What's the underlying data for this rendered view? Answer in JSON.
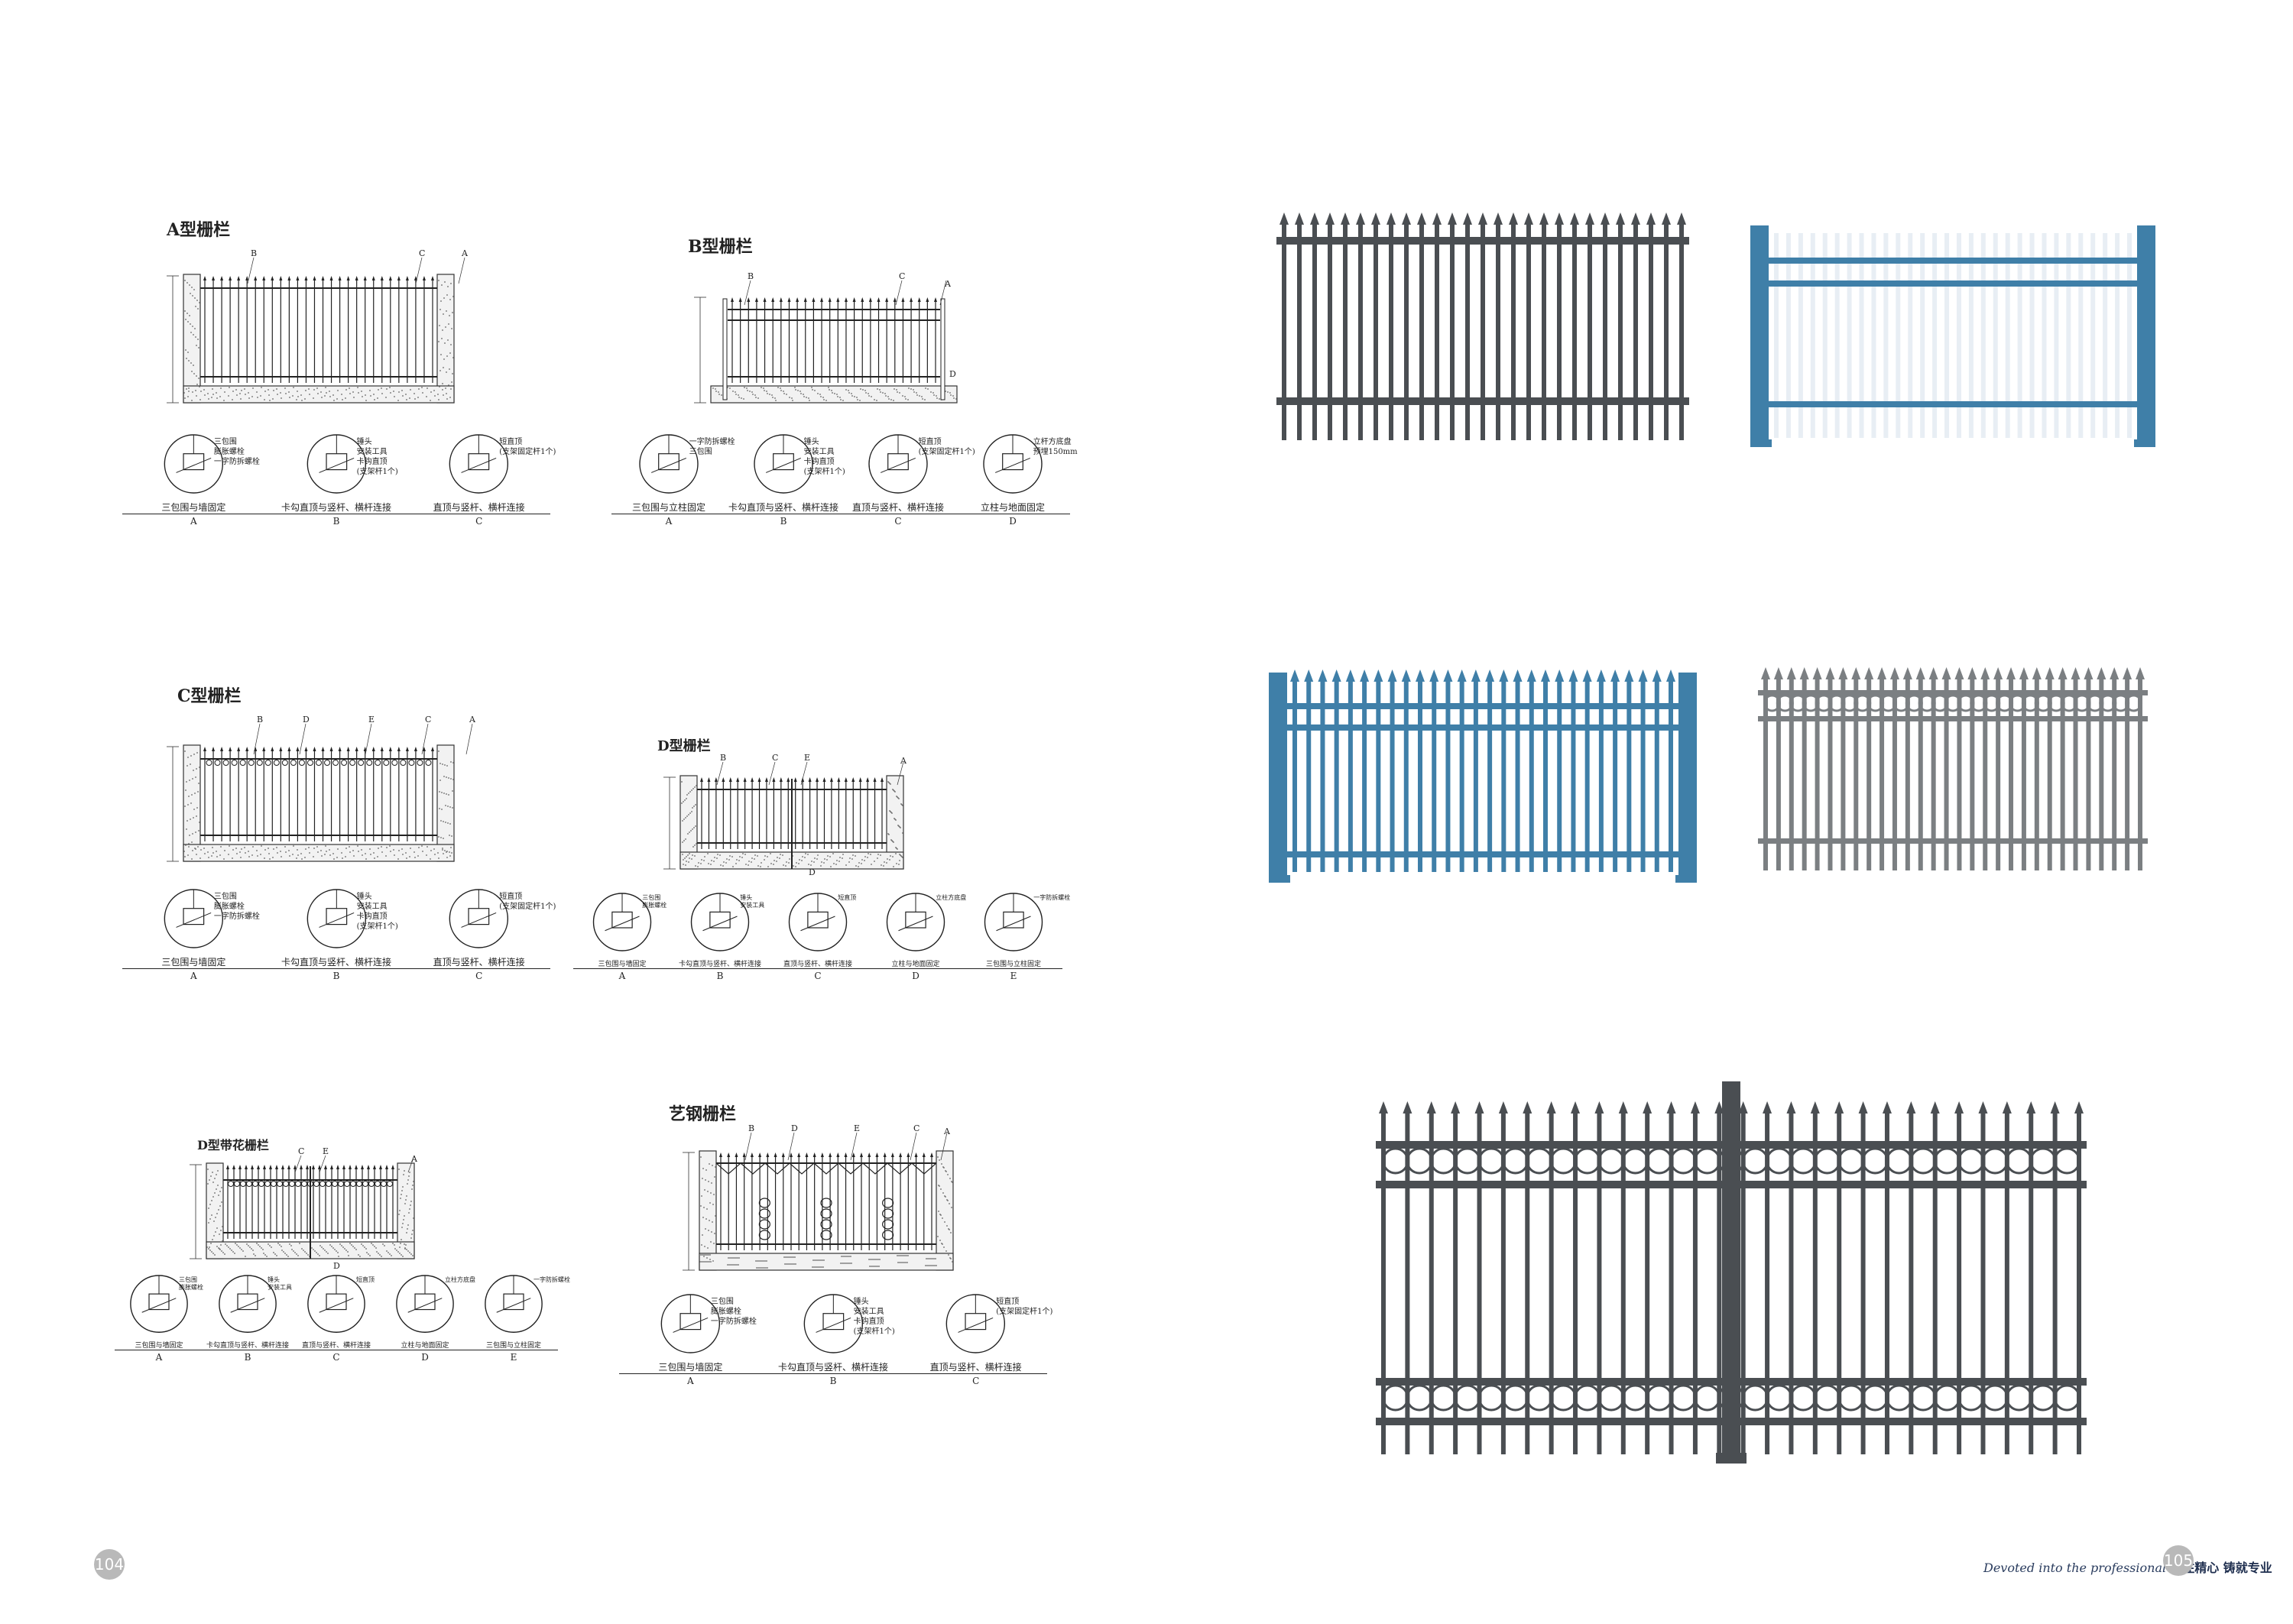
{
  "left_page": {
    "page_number": "104",
    "sections": [
      {
        "id": "A",
        "title": "A型栅栏",
        "callouts": [
          "B",
          "C",
          "A"
        ],
        "details": [
          {
            "letter": "A",
            "caption": "三包围与墙固定",
            "notes": [
              "三包围",
              "膨胀螺栓",
              "一字防拆螺栓"
            ]
          },
          {
            "letter": "B",
            "caption": "卡勾直顶与竖杆、横杆连接",
            "notes": [
              "锤头",
              "安装工具",
              "卡钩直顶",
              "(支架杆1个)"
            ]
          },
          {
            "letter": "C",
            "caption": "直顶与竖杆、横杆连接",
            "notes": [
              "短直顶",
              "(支架固定杆1个)"
            ]
          }
        ]
      },
      {
        "id": "B",
        "title": "B型栅栏",
        "callouts": [
          "B",
          "C",
          "A",
          "D"
        ],
        "details": [
          {
            "letter": "A",
            "caption": "三包围与立柱固定",
            "notes": [
              "一字防拆螺栓",
              "三包围"
            ]
          },
          {
            "letter": "B",
            "caption": "卡勾直顶与竖杆、横杆连接",
            "notes": [
              "锤头",
              "安装工具",
              "卡钩直顶",
              "(支架杆1个)"
            ]
          },
          {
            "letter": "C",
            "caption": "直顶与竖杆、横杆连接",
            "notes": [
              "短直顶",
              "(支架固定杆1个)"
            ]
          },
          {
            "letter": "D",
            "caption": "立柱与地面固定",
            "notes": [
              "立杆方底盘",
              "预埋150mm"
            ]
          }
        ]
      },
      {
        "id": "C",
        "title": "C型栅栏",
        "callouts": [
          "B",
          "D",
          "E",
          "C",
          "A"
        ],
        "details": [
          {
            "letter": "A",
            "caption": "三包围与墙固定",
            "notes": [
              "三包围",
              "膨胀螺栓",
              "一字防拆螺栓"
            ]
          },
          {
            "letter": "B",
            "caption": "卡勾直顶与竖杆、横杆连接",
            "notes": [
              "锤头",
              "安装工具",
              "卡钩直顶",
              "(支架杆1个)"
            ]
          },
          {
            "letter": "C",
            "caption": "直顶与竖杆、横杆连接",
            "notes": [
              "短直顶",
              "(支架固定杆1个)"
            ]
          }
        ]
      },
      {
        "id": "D",
        "title": "D型栅栏",
        "callouts": [
          "B",
          "C",
          "E",
          "A",
          "D"
        ],
        "details": [
          {
            "letter": "A",
            "caption": "三包围与墙固定",
            "notes": [
              "三包围",
              "膨胀螺栓"
            ]
          },
          {
            "letter": "B",
            "caption": "卡勾直顶与竖杆、横杆连接",
            "notes": [
              "锤头",
              "安装工具"
            ]
          },
          {
            "letter": "C",
            "caption": "直顶与竖杆、横杆连接",
            "notes": [
              "短直顶"
            ]
          },
          {
            "letter": "D",
            "caption": "立柱与地面固定",
            "notes": [
              "立柱方底盘"
            ]
          },
          {
            "letter": "E",
            "caption": "三包围与立柱固定",
            "notes": [
              "一字防拆螺栓"
            ]
          }
        ]
      },
      {
        "id": "DF",
        "title": "D型带花栅栏",
        "callouts": [
          "C",
          "E",
          "A",
          "D"
        ],
        "details": [
          {
            "letter": "A",
            "caption": "三包围与墙固定",
            "notes": [
              "三包围",
              "膨胀螺栓"
            ]
          },
          {
            "letter": "B",
            "caption": "卡勾直顶与竖杆、横杆连接",
            "notes": [
              "锤头",
              "安装工具"
            ]
          },
          {
            "letter": "C",
            "caption": "直顶与竖杆、横杆连接",
            "notes": [
              "短直顶"
            ]
          },
          {
            "letter": "D",
            "caption": "立柱与地面固定",
            "notes": [
              "立柱方底盘"
            ]
          },
          {
            "letter": "E",
            "caption": "三包围与立柱固定",
            "notes": [
              "一字防拆螺栓"
            ]
          }
        ]
      },
      {
        "id": "ART",
        "title": "艺钢栅栏",
        "callouts": [
          "B",
          "D",
          "E",
          "C",
          "A"
        ],
        "details": [
          {
            "letter": "A",
            "caption": "三包围与墙固定",
            "notes": [
              "三包围",
              "膨胀螺栓",
              "一字防拆螺栓"
            ]
          },
          {
            "letter": "B",
            "caption": "卡勾直顶与竖杆、横杆连接",
            "notes": [
              "锤头",
              "安装工具",
              "卡钩直顶",
              "(支架杆1个)"
            ]
          },
          {
            "letter": "C",
            "caption": "直顶与竖杆、横杆连接",
            "notes": [
              "短直顶",
              "(支架固定杆1个)"
            ]
          }
        ]
      }
    ]
  },
  "right_page": {
    "page_number": "105",
    "slogan_script": "Devoted into the professional",
    "slogan_cn": "倾注精心 铸就专业",
    "colors": {
      "fence_dark": "#4a4e52",
      "fence_blue": "#3f7fa8",
      "fence_gray": "#7b7f82"
    }
  }
}
